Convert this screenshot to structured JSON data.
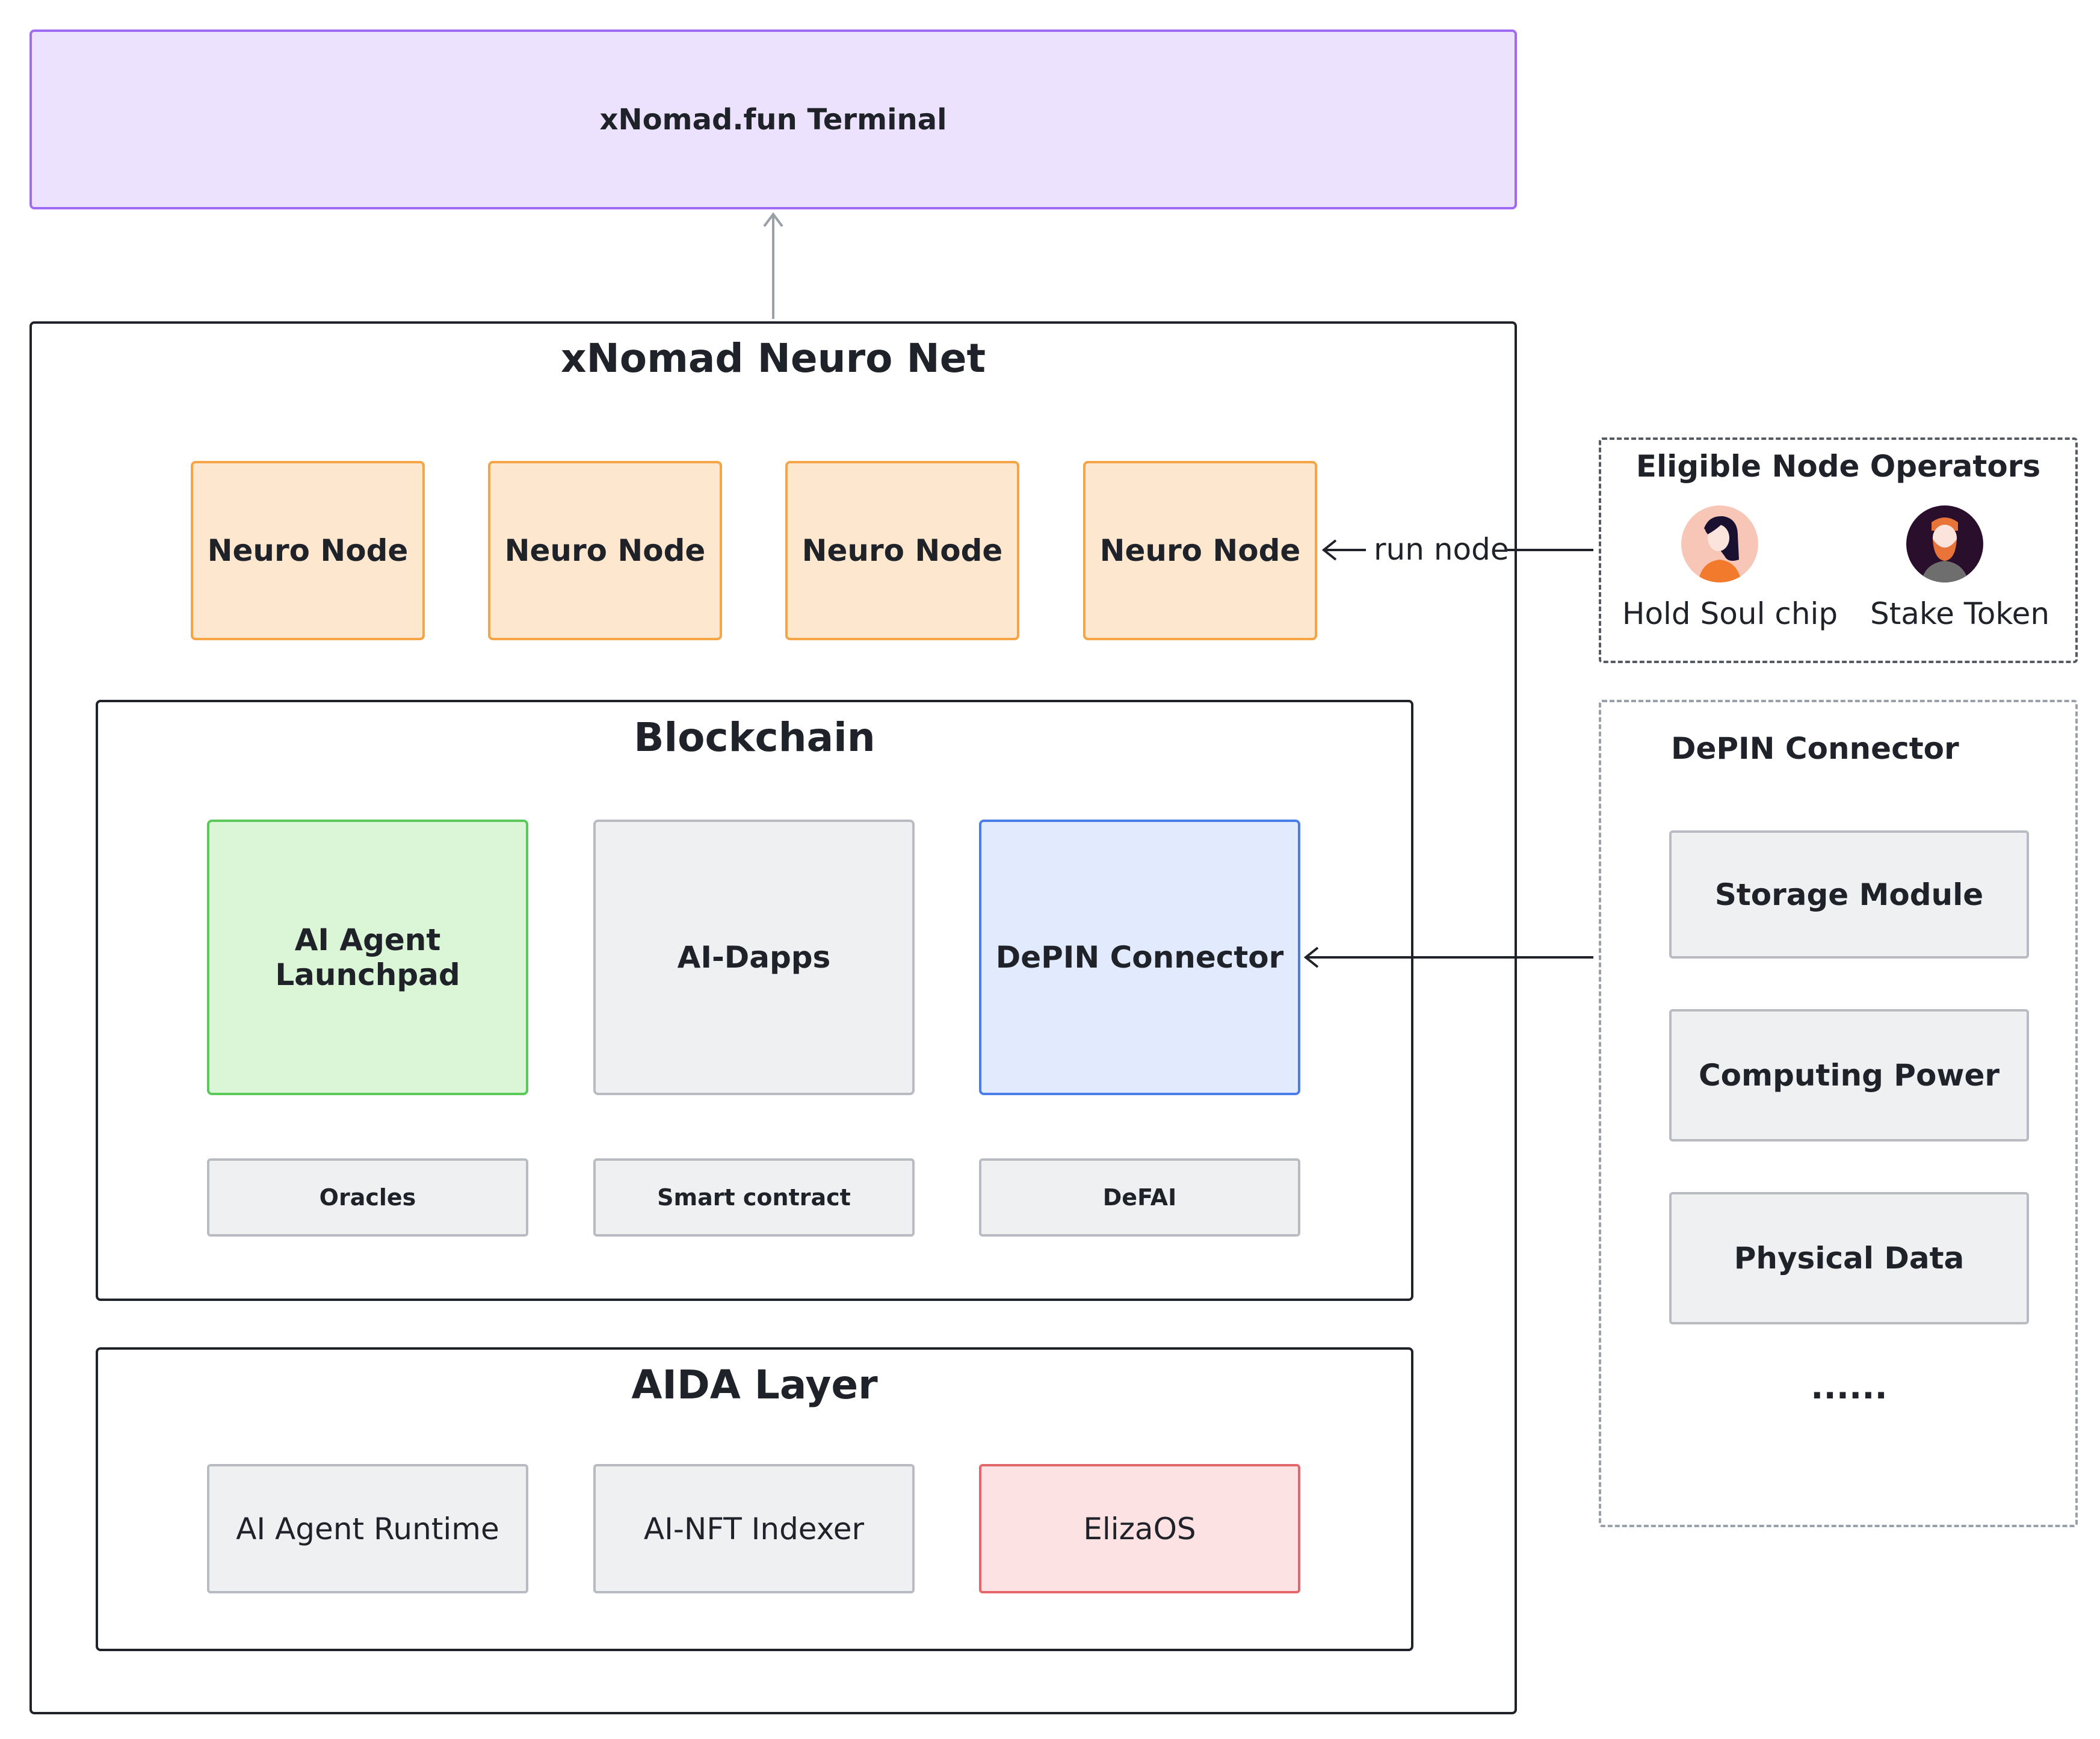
{
  "terminal": {
    "title": "xNomad.fun Terminal"
  },
  "neuro_net": {
    "title": "xNomad Neuro Net",
    "nodes": [
      "Neuro Node",
      "Neuro Node",
      "Neuro Node",
      "Neuro Node"
    ],
    "run_node_label": "run node"
  },
  "blockchain": {
    "title": "Blockchain",
    "modules": [
      "AI Agent Launchpad",
      "AI-Dapps",
      "DePIN Connector"
    ],
    "services": [
      "Oracles",
      "Smart contract",
      "DeFAI"
    ]
  },
  "aida": {
    "title": "AIDA Layer",
    "components": [
      "AI Agent Runtime",
      "AI-NFT Indexer",
      "ElizaOS"
    ]
  },
  "operators": {
    "title": "Eligible Node Operators",
    "items": [
      {
        "label": "Hold Soul chip",
        "icon": "woman-avatar-icon"
      },
      {
        "label": "Stake Token",
        "icon": "bearded-man-avatar-icon"
      }
    ]
  },
  "depin": {
    "title": "DePIN Connector",
    "items": [
      "Storage Module",
      "Computing Power",
      "Physical Data"
    ],
    "more": "......"
  },
  "colors": {
    "terminal_fill": "#ece2fd",
    "terminal_border": "#a06bf2",
    "node_fill": "#fde7cf",
    "node_border": "#f5a545",
    "launchpad_fill": "#dbf5d7",
    "launchpad_border": "#5ac95a",
    "depin_fill": "#e2eafd",
    "depin_border": "#4a7de8",
    "eliza_fill": "#fde2e3",
    "eliza_border": "#e5676b",
    "neutral_fill": "#eff0f2",
    "neutral_border": "#b8bcc2"
  }
}
